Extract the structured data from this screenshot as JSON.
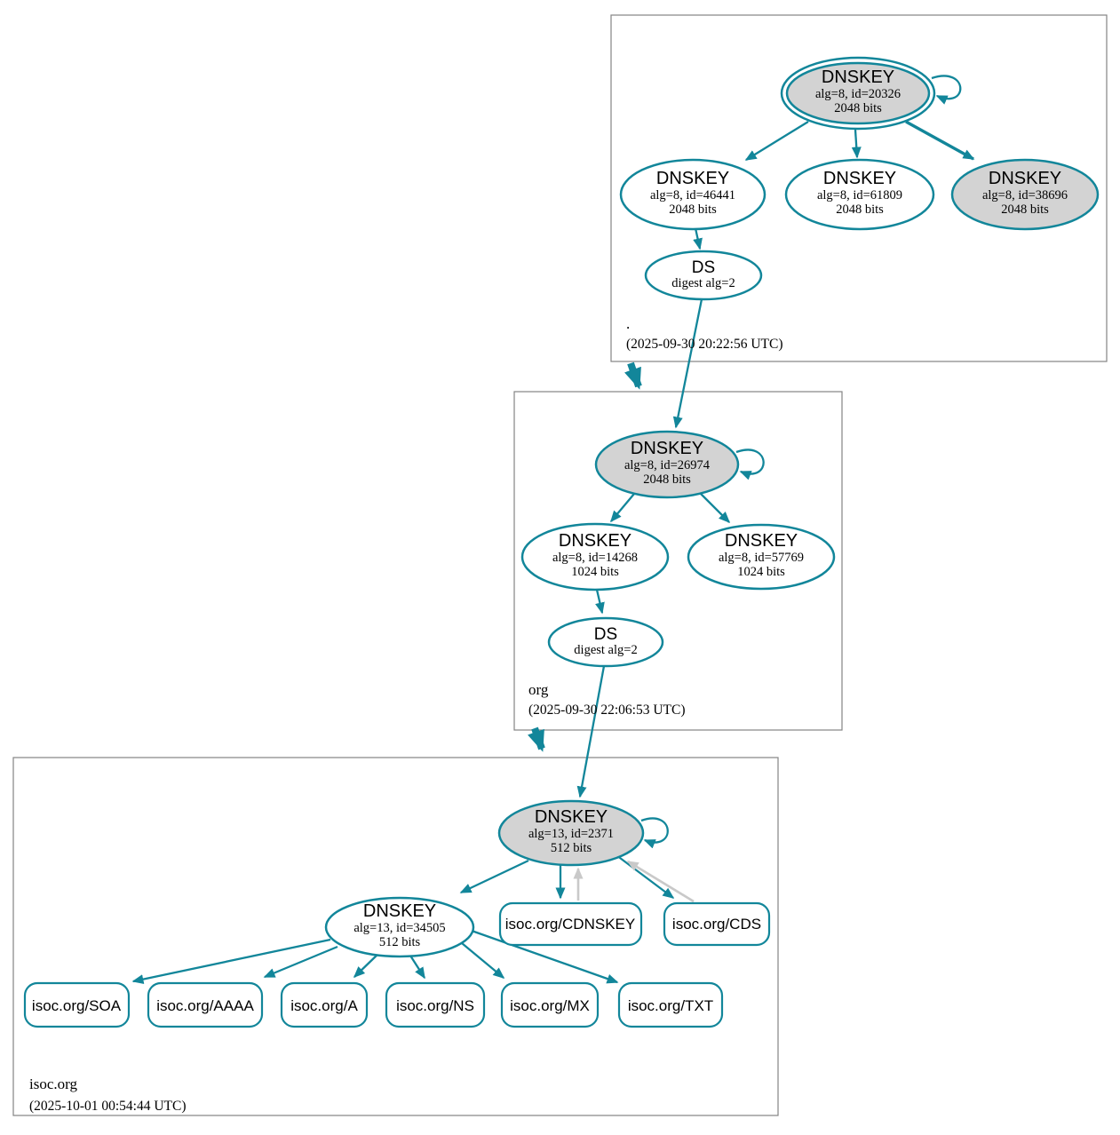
{
  "diagram": {
    "kind": "DNSSEC authentication chain graph",
    "colors": {
      "teal": "#12869a",
      "gray_arrow": "#c9c9c9",
      "sep_key_fill": "#d3d3d3",
      "zone_box_border": "#848484",
      "text": "#000000",
      "background": "#ffffff"
    }
  },
  "zones": {
    "root": {
      "label": ".",
      "timestamp": "(2025-09-30 20:22:56 UTC)",
      "nodes": {
        "ksk": {
          "title": "DNSKEY",
          "detail1": "alg=8, id=20326",
          "detail2": "2048 bits"
        },
        "zsk1": {
          "title": "DNSKEY",
          "detail1": "alg=8, id=46441",
          "detail2": "2048 bits"
        },
        "zsk2": {
          "title": "DNSKEY",
          "detail1": "alg=8, id=61809",
          "detail2": "2048 bits"
        },
        "ksk2": {
          "title": "DNSKEY",
          "detail1": "alg=8, id=38696",
          "detail2": "2048 bits"
        },
        "ds": {
          "title": "DS",
          "detail1": "digest alg=2"
        }
      }
    },
    "org": {
      "label": "org",
      "timestamp": "(2025-09-30 22:06:53 UTC)",
      "nodes": {
        "ksk": {
          "title": "DNSKEY",
          "detail1": "alg=8, id=26974",
          "detail2": "2048 bits"
        },
        "zsk1": {
          "title": "DNSKEY",
          "detail1": "alg=8, id=14268",
          "detail2": "1024 bits"
        },
        "zsk2": {
          "title": "DNSKEY",
          "detail1": "alg=8, id=57769",
          "detail2": "1024 bits"
        },
        "ds": {
          "title": "DS",
          "detail1": "digest alg=2"
        }
      }
    },
    "isoc": {
      "label": "isoc.org",
      "timestamp": "(2025-10-01 00:54:44 UTC)",
      "nodes": {
        "ksk": {
          "title": "DNSKEY",
          "detail1": "alg=13, id=2371",
          "detail2": "512 bits"
        },
        "zsk": {
          "title": "DNSKEY",
          "detail1": "alg=13, id=34505",
          "detail2": "512 bits"
        }
      },
      "rrsets": {
        "cdnskey": "isoc.org/CDNSKEY",
        "cds": "isoc.org/CDS",
        "soa": "isoc.org/SOA",
        "aaaa": "isoc.org/AAAA",
        "a": "isoc.org/A",
        "ns": "isoc.org/NS",
        "mx": "isoc.org/MX",
        "txt": "isoc.org/TXT"
      }
    }
  }
}
